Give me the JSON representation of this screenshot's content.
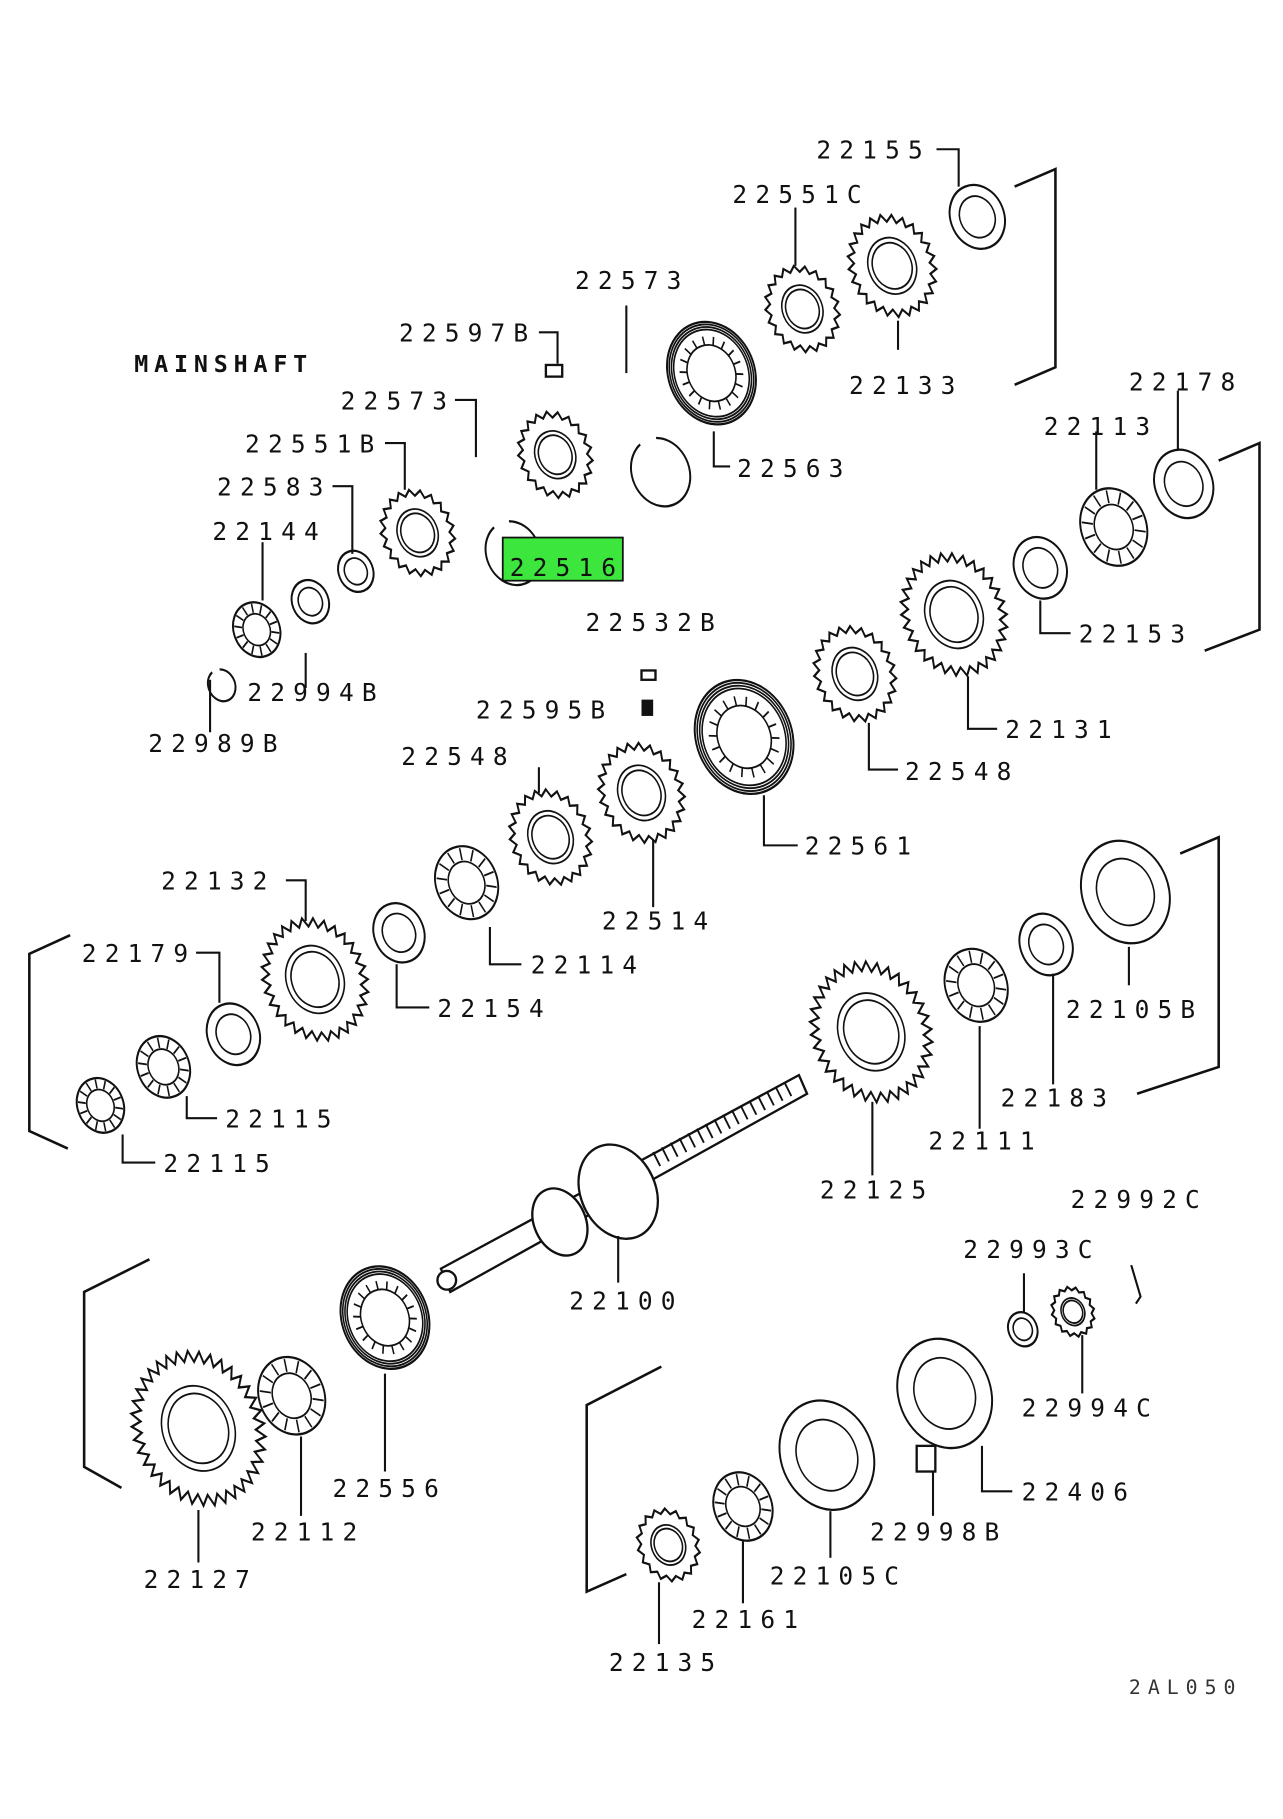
{
  "diagram": {
    "title": "MAINSHAFT",
    "figure_code": "2AL050",
    "highlight_color": "#3ce63c",
    "highlighted_part": "22516",
    "labels": [
      "22155",
      "22551C",
      "22573",
      "22597B",
      "22573",
      "22133",
      "22563",
      "22551B",
      "22583",
      "22144",
      "22516",
      "22178",
      "22113",
      "22153",
      "22994B",
      "22989B",
      "22532B",
      "22595B",
      "22548",
      "22131",
      "22548",
      "22561",
      "22514",
      "22132",
      "22114",
      "22179",
      "22154",
      "22105B",
      "22115",
      "22115",
      "22183",
      "22111",
      "22125",
      "22992C",
      "22993C",
      "22100",
      "22994C",
      "22556",
      "22406",
      "22112",
      "22998B",
      "22127",
      "22105C",
      "22161",
      "22135"
    ]
  }
}
